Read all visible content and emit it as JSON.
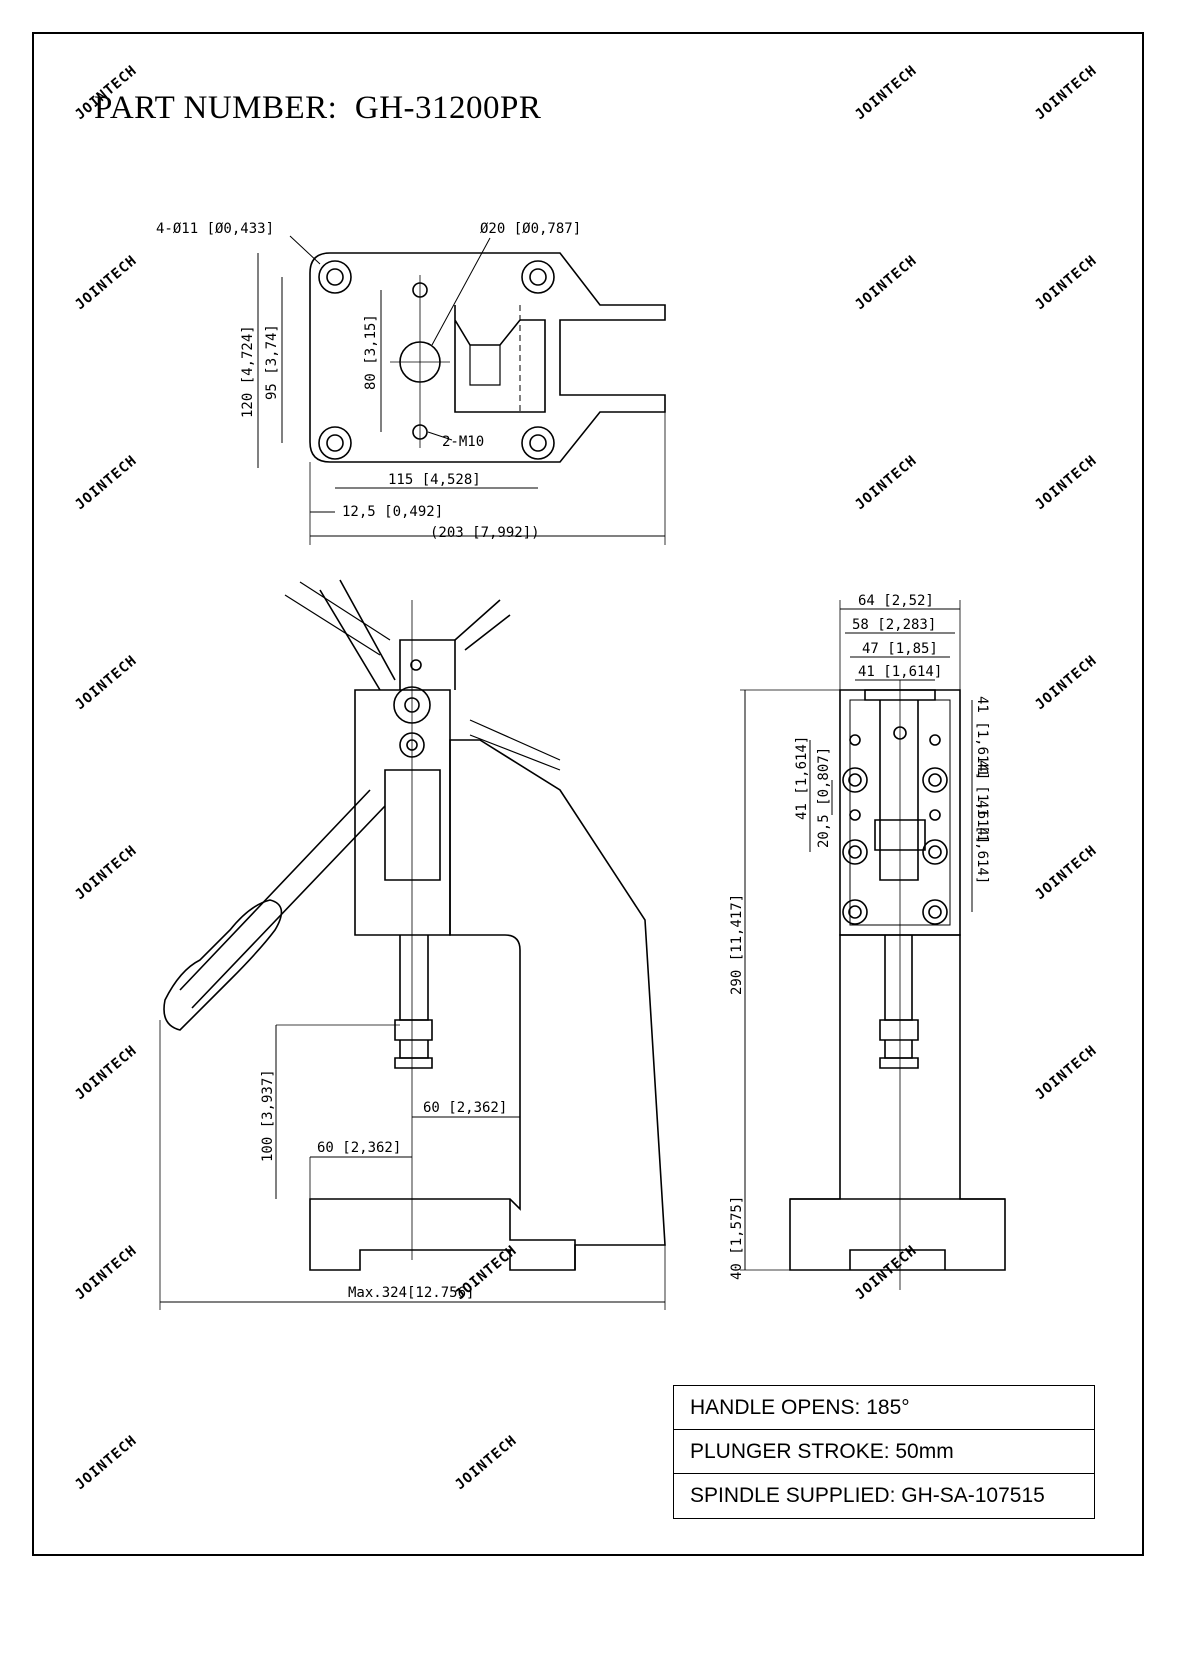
{
  "part_number": {
    "label": "PART NUMBER:",
    "value": "GH-31200PR"
  },
  "watermark": "JOINTECH",
  "top_view": {
    "holes": "4-Ø11 [Ø0,433]",
    "bore": "Ø20 [Ø0,787]",
    "threads": "2-M10",
    "height_120": "120 [4,724]",
    "height_95": "95 [3,74]",
    "height_80": "80 [3,15]",
    "width_115": "115 [4,528]",
    "width_12_5": "12,5 [0,492]",
    "width_203": "(203 [7,992])"
  },
  "side_view": {
    "height_100": "100 [3,937]",
    "offset_60_right": "60 [2,362]",
    "offset_60_left": "60 [2,362]",
    "max_width": "Max.324[12.756]"
  },
  "front_view": {
    "width_64": "64 [2,52]",
    "width_58": "58 [2,283]",
    "width_47": "47 [1,85]",
    "width_41": "41 [1,614]",
    "left_41": "41 [1,614]",
    "left_20_5": "20,5 [0,807]",
    "right_41_a": "41 [1,614]",
    "right_41_b": "41 [1,614]",
    "right_41_c": "41 [1,614]",
    "height_290": "290 [11,417]",
    "height_40": "40 [1,575]"
  },
  "specs": [
    "HANDLE OPENS: 185°",
    "PLUNGER STROKE: 50mm",
    "SPINDLE SUPPLIED: GH-SA-107515"
  ]
}
